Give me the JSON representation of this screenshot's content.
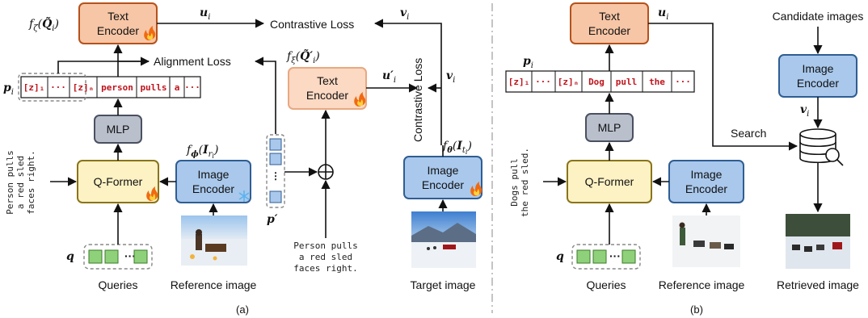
{
  "panel_a": {
    "caption": "(a)",
    "text_encoder_top": "Text Encoder",
    "text_encoder_mid": "Text Encoder",
    "label_f_zeta": "f_ζ(Q̃_i)",
    "label_f_xi": "f_ξ(Q̃′_i)",
    "label_u_i": "u_i",
    "label_u_i_prime": "u′_i",
    "label_v_i_top": "v_i",
    "label_v_i_mid": "v_i",
    "contrastive_loss_h": "Contrastive Loss",
    "contrastive_loss_v": "Contrastive Loss",
    "alignment_loss": "Alignment Loss",
    "p_i": "p_i",
    "tokens": [
      "[z]₁",
      "···",
      "[z]ₙ",
      "person",
      "pulls",
      "a",
      "···"
    ],
    "mlp": "MLP",
    "qformer": "Q-Former",
    "image_encoder_ref": "Image Encoder",
    "image_encoder_tgt": "Image Encoder",
    "f_phi": "f_ϕ(I_ri)",
    "f_theta": "f_θ(I_ti)",
    "p_prime": "p′",
    "q": "q",
    "queries": "Queries",
    "reference_image": "Reference image",
    "target_image": "Target image",
    "side_text": [
      "Person pulls",
      "a red sled",
      "faces right."
    ],
    "bottom_text": [
      "Person pulls",
      "a red sled",
      "faces right."
    ]
  },
  "panel_b": {
    "caption": "(b)",
    "text_encoder": "Text Encoder",
    "u_i": "u_i",
    "candidate_images": "Candidate images",
    "image_encoder_right": "Image Encoder",
    "v_i": "v_i",
    "search": "Search",
    "p_i": "p_i",
    "tokens": [
      "[z]₁",
      "···",
      "[z]ₙ",
      "Dog",
      "pull",
      "the",
      "···"
    ],
    "mlp": "MLP",
    "qformer": "Q-Former",
    "image_encoder_ref": "Image Encoder",
    "q": "q",
    "queries": "Queries",
    "reference_image": "Reference image",
    "retrieved_image": "Retrieved image",
    "side_text": [
      "Dogs pull",
      "the red sled."
    ]
  },
  "colors": {
    "orange_fill": "#f7c6a6",
    "orange_stroke": "#b5521b",
    "yellow_fill": "#fdf2c4",
    "yellow_stroke": "#8a7418",
    "blue_fill": "#a9c8ec",
    "blue_stroke": "#2f5d92",
    "gray_fill": "#b9c0cc",
    "gray_stroke": "#4a5060",
    "token_red": "#c0141c",
    "query_green": "#8fd17a"
  },
  "icons": [
    "fire-icon",
    "snowflake-icon",
    "database-search-icon",
    "plus-circle-icon"
  ]
}
